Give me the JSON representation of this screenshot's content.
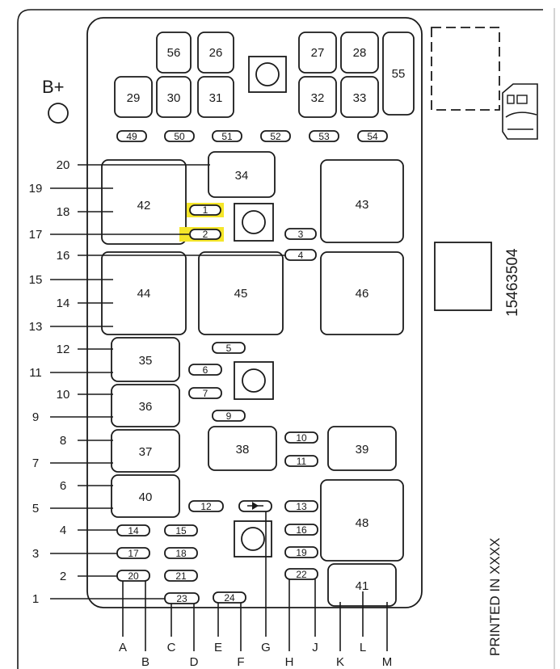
{
  "battery_label": "B+",
  "part_number": "15463504",
  "printed_text": "PRINTED IN XXXX",
  "highlight_color": "#f5e62a",
  "relays": {
    "r56": "56",
    "r26": "26",
    "r27": "27",
    "r28": "28",
    "r55": "55",
    "r29": "29",
    "r30": "30",
    "r31": "31",
    "r32": "32",
    "r33": "33",
    "r34": "34",
    "r42": "42",
    "r43": "43",
    "r44": "44",
    "r45": "45",
    "r46": "46",
    "r35": "35",
    "r36": "36",
    "r37": "37",
    "r38": "38",
    "r39": "39",
    "r40": "40",
    "r48": "48",
    "r41": "41"
  },
  "fuses": {
    "f49": "49",
    "f50": "50",
    "f51": "51",
    "f52": "52",
    "f53": "53",
    "f54": "54",
    "f1": "1",
    "f2": "2",
    "f3": "3",
    "f4": "4",
    "f5": "5",
    "f6": "6",
    "f7": "7",
    "f9": "9",
    "f10": "10",
    "f11": "11",
    "f12": "12",
    "f13": "13",
    "f14": "14",
    "f15": "15",
    "f16": "16",
    "f17": "17",
    "f18": "18",
    "f19": "19",
    "f20": "20",
    "f21": "21",
    "f22": "22",
    "f23": "23",
    "f24": "24"
  },
  "left_pins": [
    "20",
    "19",
    "18",
    "17",
    "16",
    "15",
    "14",
    "13",
    "12",
    "11",
    "10",
    "9",
    "8",
    "7",
    "6",
    "5",
    "4",
    "3",
    "2",
    "1"
  ],
  "bottom_pins": [
    "A",
    "B",
    "C",
    "D",
    "E",
    "F",
    "G",
    "H",
    "J",
    "K",
    "L",
    "M"
  ]
}
